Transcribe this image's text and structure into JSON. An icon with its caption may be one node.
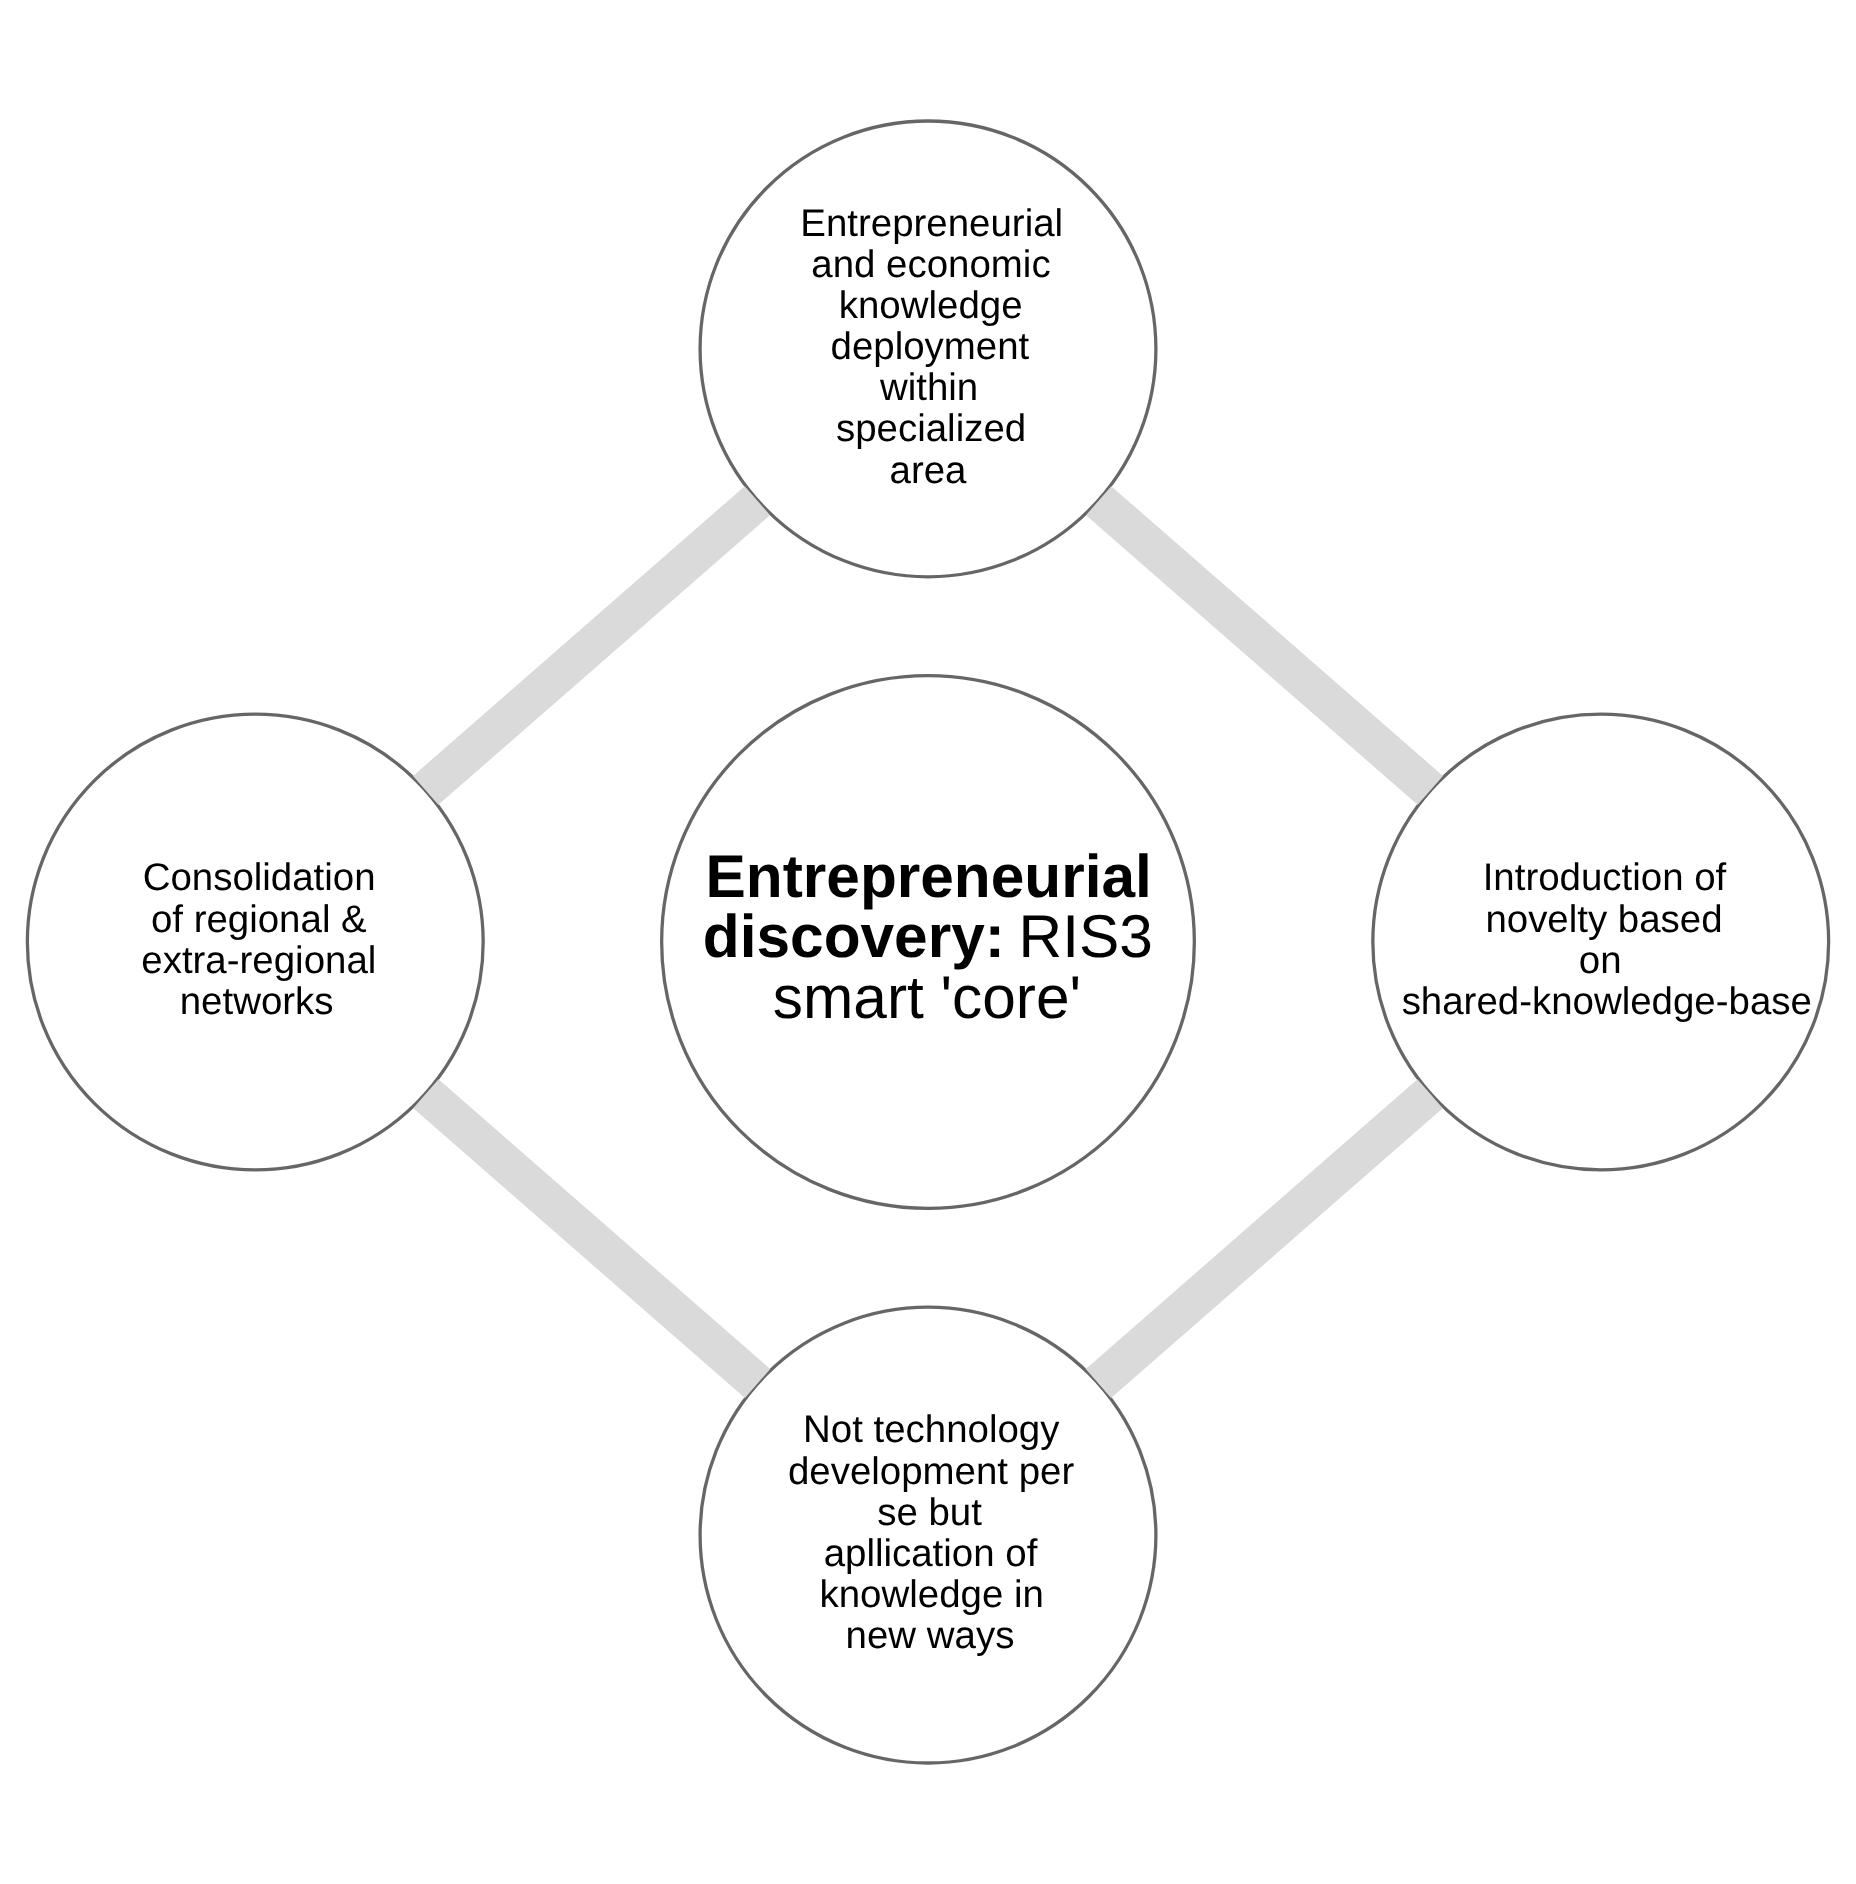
{
  "diagram": {
    "nodes": [
      {
        "text": [
          "Entrepreneurial and economic knowledge deployment within specialized area"
        ]
      },
      {
        "text": [
          "Consolidation of regional & extra-regional networks"
        ]
      },
      {
        "text": [
          "**Entrepreneurial discovery:** RIS3 smart 'core'"
        ]
      },
      {
        "text": [
          "Introduction of novelty based on shared-knowledge-base"
        ]
      },
      {
        "text": [
          "Not technology development per se but apllication of knowledge in new ways"
        ]
      }
    ],
    "edges": [
      {
        "from": 0,
        "to": 3,
        "arrow": "none"
      },
      {
        "from": 3,
        "to": 4,
        "arrow": "none"
      },
      {
        "from": 4,
        "to": 1,
        "arrow": "none"
      },
      {
        "from": 1,
        "to": 0,
        "arrow": "none"
      }
    ]
  }
}
